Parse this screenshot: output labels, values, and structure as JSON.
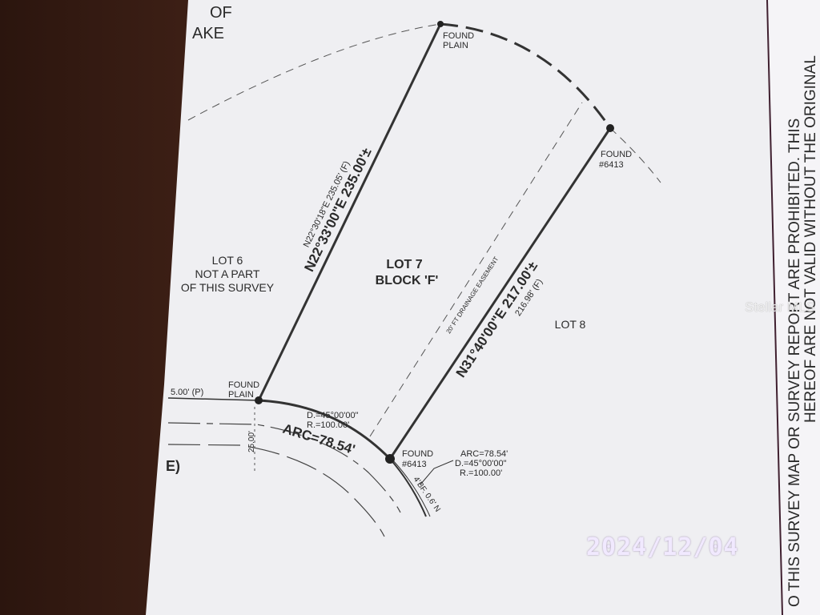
{
  "header_fragments": {
    "line1": "OF",
    "line2": "AKE"
  },
  "left_lot": {
    "line1": "LOT 6",
    "line2": "NOT A PART",
    "line3": "OF THIS SURVEY"
  },
  "center_lot": {
    "line1": "LOT 7",
    "line2": "BLOCK 'F'"
  },
  "right_lot": "LOT 8",
  "corners": {
    "top": {
      "line1": "FOUND",
      "line2": "PLAIN"
    },
    "right": {
      "line1": "FOUND",
      "line2": "#6413"
    },
    "bottom_left": {
      "line1": "FOUND",
      "line2": "PLAIN"
    },
    "bottom_right": {
      "line1": "FOUND",
      "line2": "#6413"
    }
  },
  "west_line": {
    "field": "N22°30'18\"E   235.05' (F)",
    "plat": "N22°33'00\"E   235.00'±"
  },
  "east_line": {
    "plat": "N31°40'00\"E   217.00'±",
    "field": "216.98' (F)"
  },
  "easement": "20' FT DRAINAGE EASEMENT",
  "front_curve": {
    "delta": "D.=45°00'00\"",
    "radius": "R.=100.00'",
    "arc": "ARC=78.54'"
  },
  "curve_callout": {
    "arc": "ARC=78.54'",
    "delta": "D.=45°00'00\"",
    "radius": "R.=100.00'"
  },
  "offset_note": "BF. 0.6' N",
  "offset_note_small": "4'",
  "street": {
    "setback": "5.00' (P)",
    "width": "25.00'",
    "fragment": "E)"
  },
  "disclaimer": {
    "line1": "O THIS SURVEY MAP OR SURVEY REPORT ARE PROHIBITED. THIS",
    "line2": "HEREOF ARE NOT VALID WITHOUT THE ORIGINAL"
  },
  "date_stamp": "2024/12/04",
  "watermark": "Stellar MLS",
  "colors": {
    "paper": "#f2f2f4",
    "ink": "#2a2a2a",
    "wood": "#3a1f16",
    "stamp": "#f1e9ff"
  }
}
